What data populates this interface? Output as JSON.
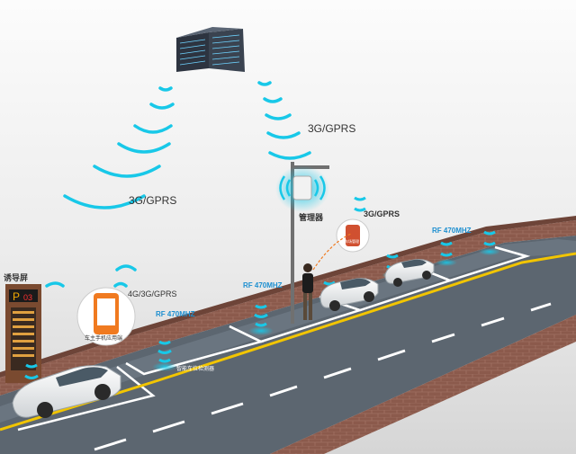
{
  "labels": {
    "gprs_top": "3G/GPRS",
    "gprs_left": "3G/GPRS",
    "gprs_phone": "3G/GPRS",
    "mobile_4g": "4G/3G/GPRS",
    "manager": "管理器",
    "guide_screen": "诱导屏",
    "rf_1": "RF 470MHZ",
    "rf_2": "RF 470MHZ",
    "rf_3": "RF 470MHZ",
    "sign_p": "P",
    "sign_count": "03",
    "phone_caption": "车主手机应用端",
    "phone_caption_small": "车场管理",
    "slot_label": "智能车位检测器"
  },
  "colors": {
    "signal": "#18c8e8",
    "road": "#5a6570",
    "sidewalk": "#8a5a4a",
    "lane_yellow": "#f2c500",
    "background_top": "#fbfbfb",
    "background_bottom": "#d9d9d9"
  },
  "icons": {
    "server": "server-rack-icon",
    "manager": "wireless-router-icon",
    "phone": "smartphone-icon",
    "sensor": "parking-sensor-icon",
    "sign": "guidance-screen-icon"
  }
}
